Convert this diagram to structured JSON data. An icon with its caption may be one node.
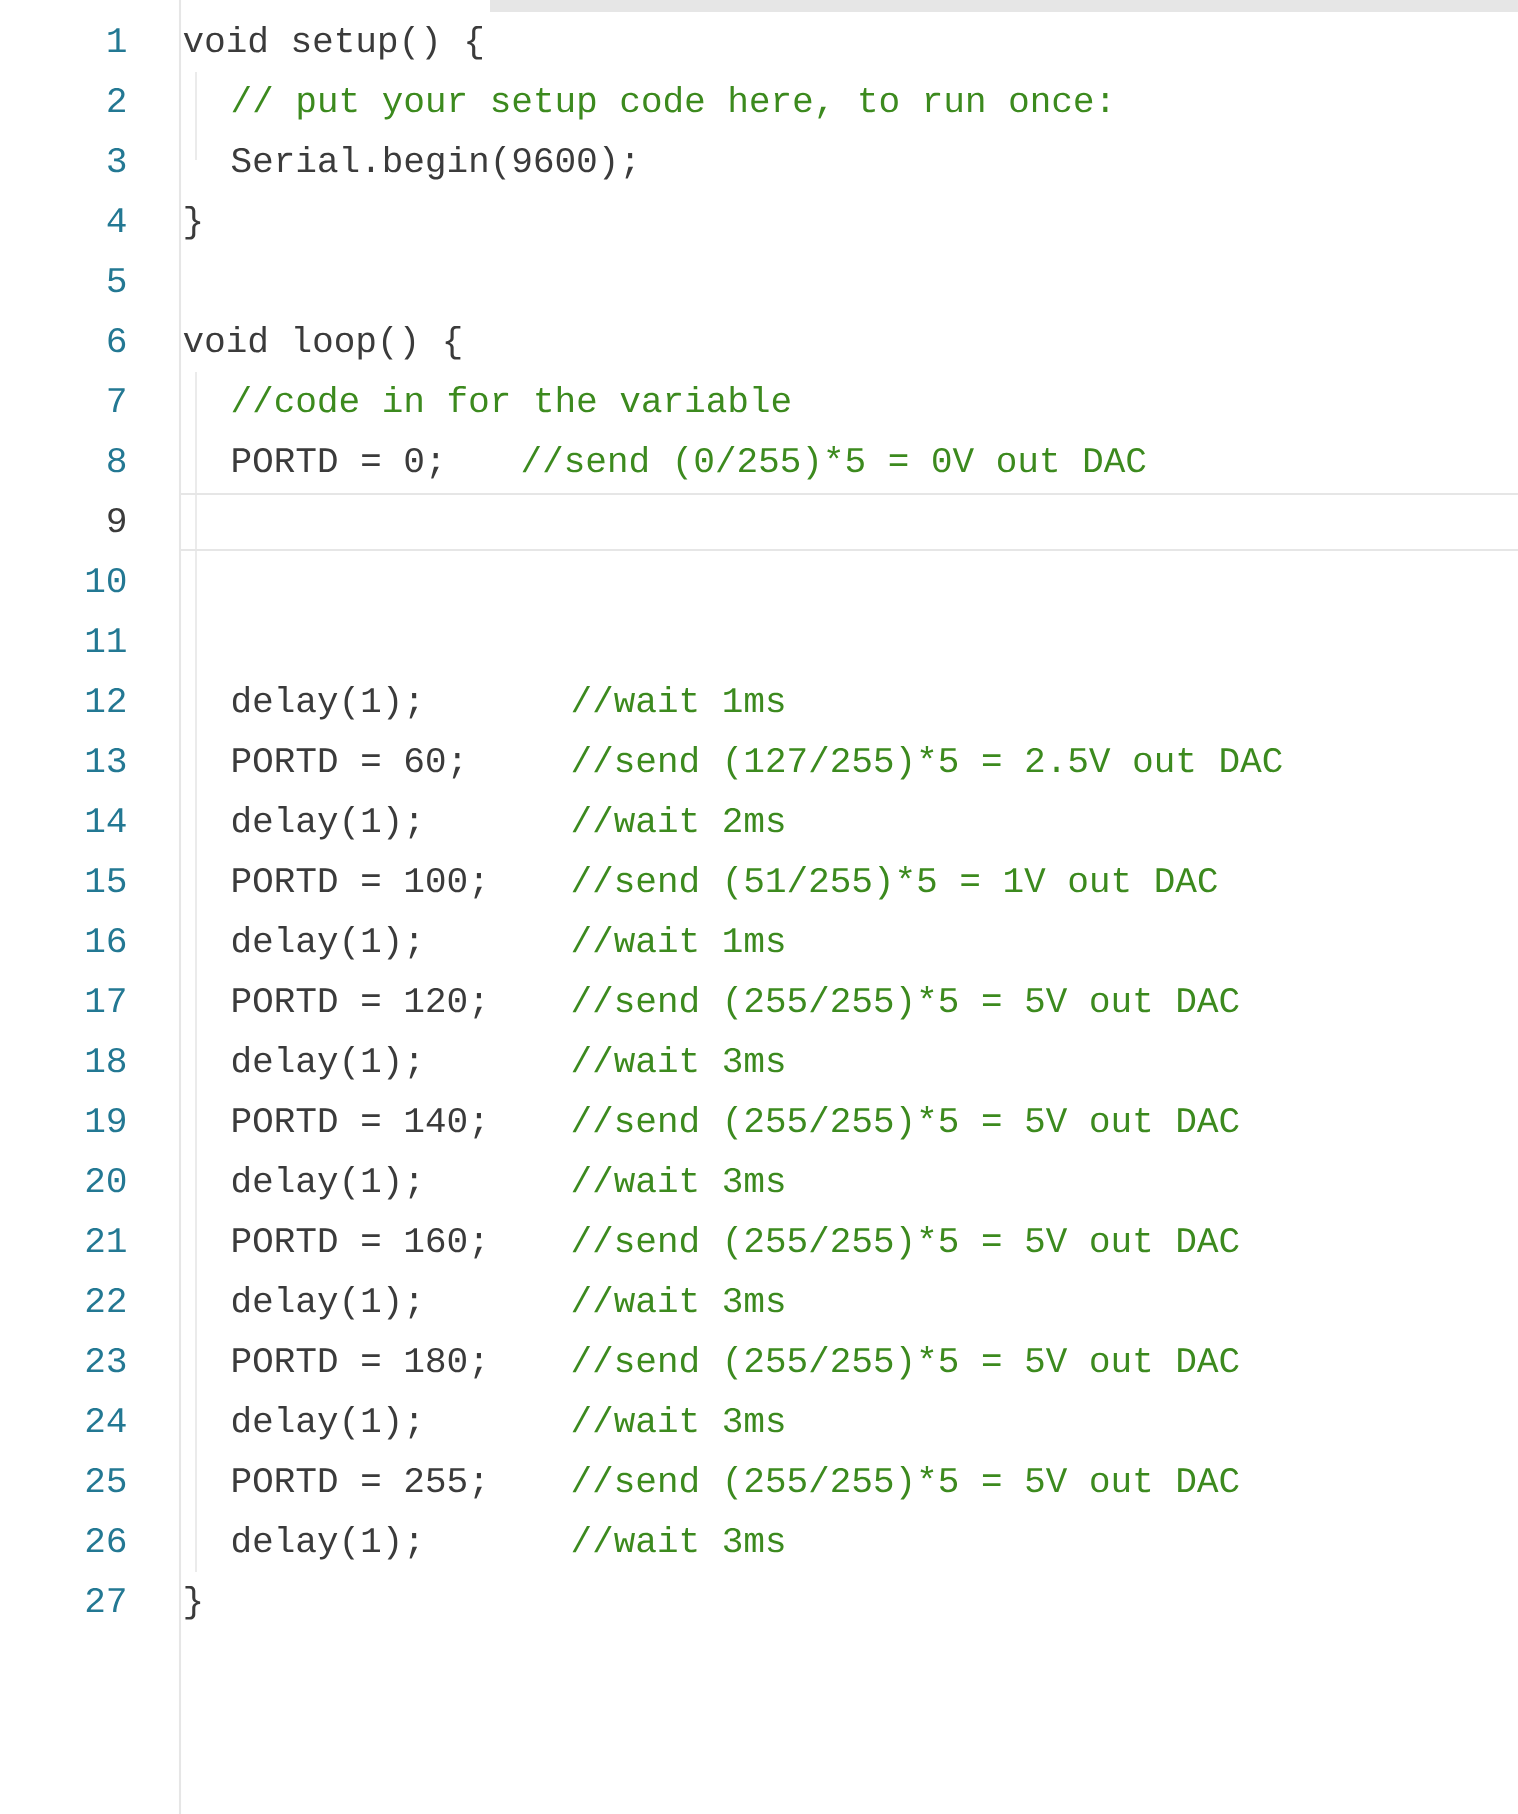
{
  "diagram": {
    "labels": [
      "1",
      "void setup() {",
      "2",
      "// put your setup code here, to run once:",
      "3",
      "Serial.begin(9600);",
      "4",
      "}",
      "5",
      "6",
      "void loop() {",
      "7",
      "//code in for the variable",
      "8",
      "PORTD = 0;",
      "//send (0/255)*5 = 0V out DAC",
      "9",
      "10",
      "11",
      "12",
      "delay(1);",
      "//wait 1ms",
      "13",
      "PORTD = 60;",
      "//send (127/255)*5 = 2.5V out DAC",
      "14",
      "delay(1);",
      "//wait 2ms",
      "15",
      "PORTD = 100;",
      "//send (51/255)*5 = 1V out DAC",
      "16",
      "delay(1);",
      "//wait 1ms",
      "17",
      "PORTD = 120;",
      "//send (255/255)*5 = 5V out DAC",
      "18",
      "delay(1);",
      "//wait 3ms",
      "19",
      "PORTD = 140;",
      "//send (255/255)*5 = 5V out DAC",
      "20",
      "delay(1);",
      "//wait 3ms",
      "21",
      "PORTD = 160;",
      "//send (255/255)*5 = 5V out DAC",
      "22",
      "delay(1);",
      "//wait 3ms",
      "23",
      "PORTD = 180;",
      "//send (255/255)*5 = 5V out DAC",
      "24",
      "delay(1);",
      "//wait 3ms",
      "25",
      "PORTD = 255;",
      "//send (255/255)*5 = 5V out DAC",
      "26",
      "delay(1);",
      "//wait 3ms",
      "27",
      "}"
    ]
  }
}
